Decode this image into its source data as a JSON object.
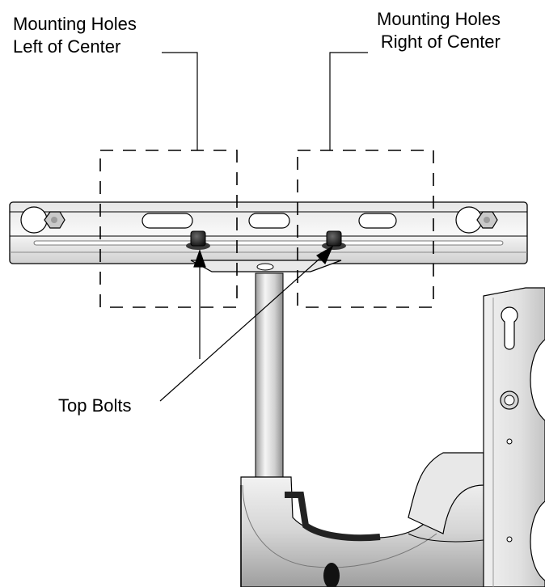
{
  "callouts": {
    "left_holes": {
      "line1": "Mounting Holes",
      "line2": "Left of Center"
    },
    "right_holes": {
      "line1": "Mounting Holes",
      "line2": "Right of Center"
    },
    "top_bolts": "Top Bolts"
  },
  "colors": {
    "background": "#ffffff",
    "line": "#000000",
    "metal_light": "#f2f2f2",
    "metal_mid": "#c8c8c8",
    "metal_dark": "#8a8a8a",
    "bolt": "#2b2b2b"
  }
}
